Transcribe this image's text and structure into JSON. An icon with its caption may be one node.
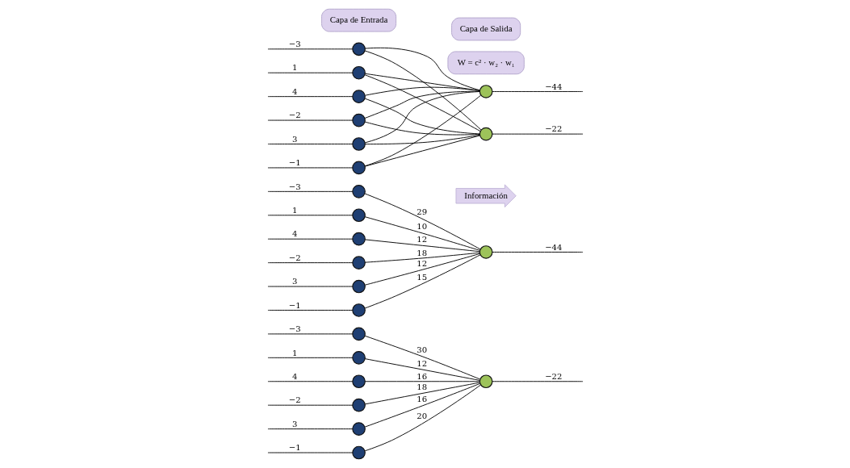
{
  "diagram": {
    "nodes": [
      {
        "text": [
          "Capa de Entrada"
        ]
      },
      {
        "text": [
          "Capa de Salida"
        ]
      },
      {
        "text": [
          "W = c² · w₂ · w₁"
        ]
      },
      {
        "text": [],
        "shape": "circle"
      },
      {
        "text": [],
        "shape": "circle"
      },
      {
        "text": [],
        "shape": "circle"
      },
      {
        "text": [],
        "shape": "circle"
      },
      {
        "text": [],
        "shape": "circle"
      },
      {
        "text": [],
        "shape": "circle"
      },
      {
        "text": [],
        "shape": "circle"
      },
      {
        "text": [],
        "shape": "circle"
      },
      {
        "text": [
          "Información"
        ]
      },
      {
        "text": [],
        "shape": "circle"
      },
      {
        "text": [],
        "shape": "circle"
      },
      {
        "text": [],
        "shape": "circle"
      },
      {
        "text": [],
        "shape": "circle"
      },
      {
        "text": [],
        "shape": "circle"
      },
      {
        "text": [],
        "shape": "circle"
      },
      {
        "text": [],
        "shape": "circle"
      },
      {
        "text": [],
        "shape": "circle"
      },
      {
        "text": [],
        "shape": "circle"
      },
      {
        "text": [],
        "shape": "circle"
      },
      {
        "text": [],
        "shape": "circle"
      },
      {
        "text": [],
        "shape": "circle"
      },
      {
        "text": [],
        "shape": "circle"
      },
      {
        "text": [],
        "shape": "circle"
      }
    ],
    "edges": [
      {
        "from": null,
        "to": 3,
        "arrow": "none",
        "label": "−3"
      },
      {
        "from": null,
        "to": 4,
        "arrow": "none",
        "label": "1"
      },
      {
        "from": null,
        "to": 5,
        "arrow": "none",
        "label": "4"
      },
      {
        "from": null,
        "to": 6,
        "arrow": "none",
        "label": "−2"
      },
      {
        "from": null,
        "to": 7,
        "arrow": "none",
        "label": "3"
      },
      {
        "from": null,
        "to": 8,
        "arrow": "none",
        "label": "−1"
      },
      {
        "from": 3,
        "to": 9,
        "arrow": "none"
      },
      {
        "from": 3,
        "to": 10,
        "arrow": "none"
      },
      {
        "from": 4,
        "to": 9,
        "arrow": "none"
      },
      {
        "from": 4,
        "to": 10,
        "arrow": "none"
      },
      {
        "from": 5,
        "to": 9,
        "arrow": "none"
      },
      {
        "from": 5,
        "to": 10,
        "arrow": "none"
      },
      {
        "from": 6,
        "to": 9,
        "arrow": "none"
      },
      {
        "from": 6,
        "to": 10,
        "arrow": "none"
      },
      {
        "from": 7,
        "to": 9,
        "arrow": "none"
      },
      {
        "from": 7,
        "to": 10,
        "arrow": "none"
      },
      {
        "from": 8,
        "to": 9,
        "arrow": "none"
      },
      {
        "from": 8,
        "to": 10,
        "arrow": "none"
      },
      {
        "from": 9,
        "to": null,
        "arrow": "none",
        "label": "−44"
      },
      {
        "from": 10,
        "to": null,
        "arrow": "none",
        "label": "−22"
      },
      {
        "from": null,
        "to": 12,
        "arrow": "none",
        "label": "−3"
      },
      {
        "from": null,
        "to": 13,
        "arrow": "none",
        "label": "1"
      },
      {
        "from": null,
        "to": 14,
        "arrow": "none",
        "label": "4"
      },
      {
        "from": null,
        "to": 15,
        "arrow": "none",
        "label": "−2"
      },
      {
        "from": null,
        "to": 16,
        "arrow": "none",
        "label": "3"
      },
      {
        "from": null,
        "to": 17,
        "arrow": "none",
        "label": "−1"
      },
      {
        "from": 12,
        "to": 18,
        "arrow": "none",
        "label": "29"
      },
      {
        "from": 13,
        "to": 18,
        "arrow": "none",
        "label": "10"
      },
      {
        "from": 14,
        "to": 18,
        "arrow": "none",
        "label": "12"
      },
      {
        "from": 15,
        "to": 18,
        "arrow": "none",
        "label": "18"
      },
      {
        "from": 16,
        "to": 18,
        "arrow": "none",
        "label": "12"
      },
      {
        "from": 17,
        "to": 18,
        "arrow": "none",
        "label": "15"
      },
      {
        "from": 18,
        "to": null,
        "arrow": "none",
        "label": "−44"
      },
      {
        "from": null,
        "to": 19,
        "arrow": "none",
        "label": "−3"
      },
      {
        "from": null,
        "to": 20,
        "arrow": "none",
        "label": "1"
      },
      {
        "from": null,
        "to": 21,
        "arrow": "none",
        "label": "4"
      },
      {
        "from": null,
        "to": 22,
        "arrow": "none",
        "label": "−2"
      },
      {
        "from": null,
        "to": 23,
        "arrow": "none",
        "label": "3"
      },
      {
        "from": null,
        "to": 24,
        "arrow": "none",
        "label": "−1"
      },
      {
        "from": 19,
        "to": 25,
        "arrow": "none",
        "label": "30"
      },
      {
        "from": 20,
        "to": 25,
        "arrow": "none",
        "label": "12"
      },
      {
        "from": 21,
        "to": 25,
        "arrow": "none",
        "label": "16"
      },
      {
        "from": 22,
        "to": 25,
        "arrow": "none",
        "label": "18"
      },
      {
        "from": 23,
        "to": 25,
        "arrow": "none",
        "label": "16"
      },
      {
        "from": 24,
        "to": 25,
        "arrow": "none",
        "label": "20"
      },
      {
        "from": 25,
        "to": null,
        "arrow": "none",
        "label": "−22"
      }
    ]
  }
}
